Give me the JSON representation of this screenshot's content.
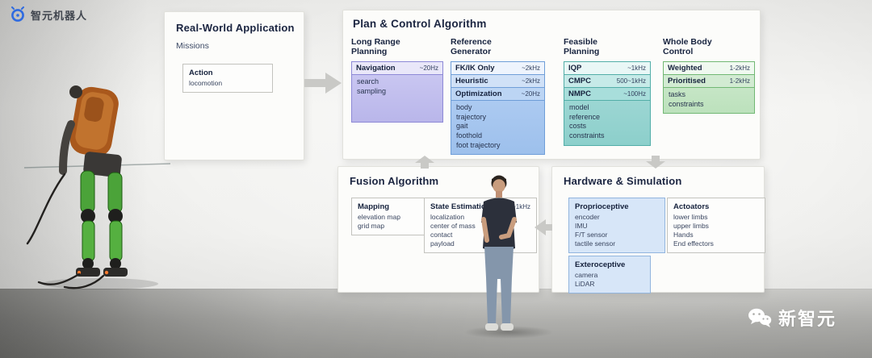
{
  "brand": {
    "logo_text": "智元机器人"
  },
  "watermark": {
    "text": "新智元"
  },
  "real_world": {
    "title": "Real-World Application",
    "subtitle": "Missions",
    "action": {
      "title": "Action",
      "items": [
        "locomotion"
      ]
    }
  },
  "plan_control": {
    "title": "Plan & Control Algorithm",
    "columns": [
      {
        "label": "Long Range Planning",
        "blocks": [
          {
            "name": "Navigation",
            "rate": "~20Hz",
            "items": [
              "search",
              "sampling"
            ]
          }
        ]
      },
      {
        "label": "Reference Generator",
        "blocks": [
          {
            "name": "FK/IK Only",
            "rate": "~2kHz"
          },
          {
            "name": "Heuristic",
            "rate": "~2kHz"
          },
          {
            "name": "Optimization",
            "rate": "~20Hz",
            "items": [
              "body",
              "trajectory",
              "gait",
              "foothold",
              "foot trajectory"
            ]
          }
        ]
      },
      {
        "label": "Feasible Planning",
        "blocks": [
          {
            "name": "IQP",
            "rate": "~1kHz"
          },
          {
            "name": "CMPC",
            "rate": "500~1kHz"
          },
          {
            "name": "NMPC",
            "rate": "~100Hz",
            "items": [
              "model",
              "reference",
              "costs",
              "constraints"
            ]
          }
        ]
      },
      {
        "label": "Whole Body Control",
        "blocks": [
          {
            "name": "Weighted",
            "rate": "1-2kHz"
          },
          {
            "name": "Prioritised",
            "rate": "1-2kHz",
            "items": [
              "tasks",
              "constraints"
            ]
          }
        ]
      }
    ]
  },
  "fusion": {
    "title": "Fusion Algorithm",
    "mapping": {
      "title": "Mapping",
      "items": [
        "elevation map",
        "grid map"
      ]
    },
    "state_estimation": {
      "title": "State Estimation",
      "rate": "~1kHz",
      "items": [
        "localization",
        "center of mass",
        "contact",
        "payload"
      ]
    }
  },
  "hardware": {
    "title": "Hardware & Simulation",
    "proprioceptive": {
      "title": "Proprioceptive",
      "items": [
        "encoder",
        "IMU",
        "F/T sensor",
        "tactile sensor"
      ]
    },
    "actuators": {
      "title": "Actoators",
      "items": [
        "lower limbs",
        "upper limbs",
        "Hands",
        "End effectors"
      ]
    },
    "exteroceptive": {
      "title": "Exteroceptive",
      "items": [
        "camera",
        "LiDAR"
      ]
    }
  }
}
